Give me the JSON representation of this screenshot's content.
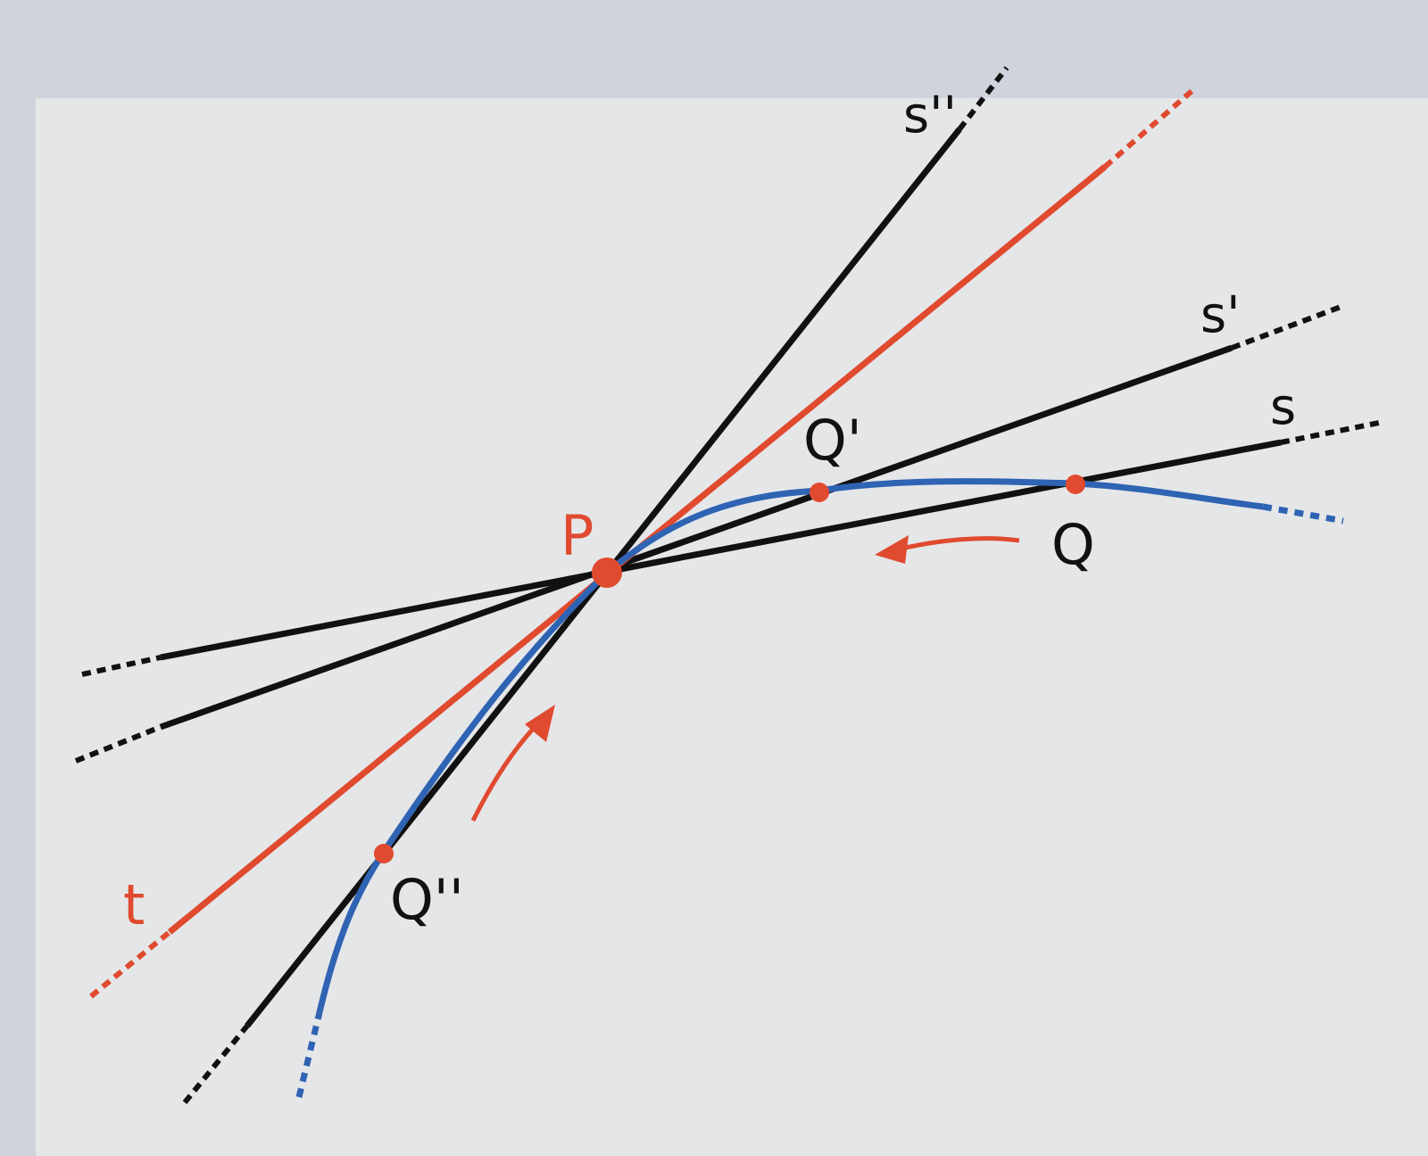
{
  "labels": {
    "P": "P",
    "Q": "Q",
    "Q1": "Q'",
    "Q2": "Q''",
    "s": "s",
    "s1": "s'",
    "s2": "s''",
    "t": "t"
  },
  "colors": {
    "background": "#e5e6e8",
    "frame": "#cfd4dc",
    "secant": "#111111",
    "tangent": "#e04a2f",
    "curve": "#2f63b3",
    "point": "#e04a2f",
    "arrow": "#e04a2f"
  }
}
